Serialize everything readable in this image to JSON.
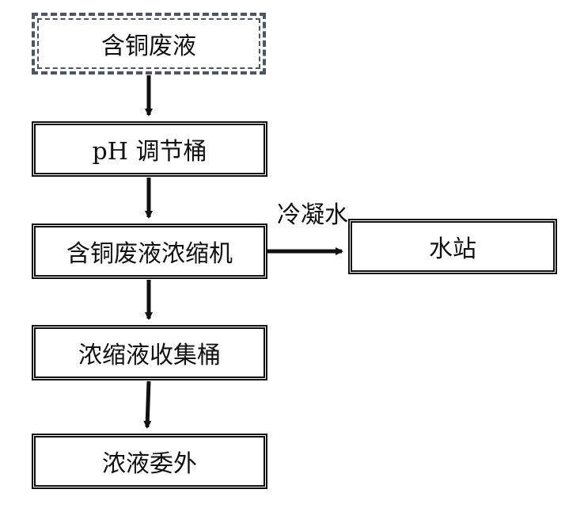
{
  "nodes": {
    "waste": "含铜废液",
    "ph_tank": "pH 调节桶",
    "concentrator": "含铜废液浓缩机",
    "water_station": "水站",
    "collect_tank": "浓缩液收集桶",
    "outsource": "浓液委外"
  },
  "edge_labels": {
    "condensate": "冷凝水"
  },
  "colors": {
    "line": "#111111",
    "dashed_border": "#4b5563"
  }
}
